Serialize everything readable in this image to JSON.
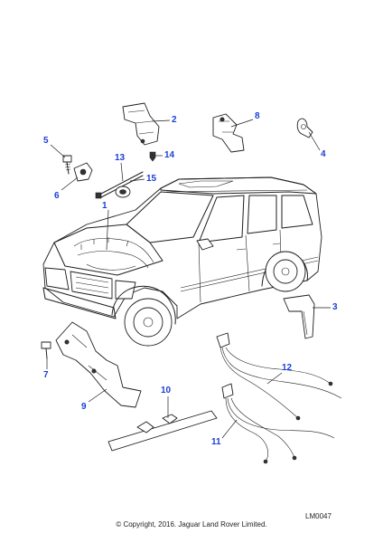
{
  "callouts": [
    {
      "id": "1",
      "label": "1"
    },
    {
      "id": "2",
      "label": "2"
    },
    {
      "id": "3",
      "label": "3"
    },
    {
      "id": "4",
      "label": "4"
    },
    {
      "id": "5",
      "label": "5"
    },
    {
      "id": "6",
      "label": "6"
    },
    {
      "id": "7",
      "label": "7"
    },
    {
      "id": "8",
      "label": "8"
    },
    {
      "id": "9",
      "label": "9"
    },
    {
      "id": "10",
      "label": "10"
    },
    {
      "id": "11",
      "label": "11"
    },
    {
      "id": "12",
      "label": "12"
    },
    {
      "id": "13",
      "label": "13"
    },
    {
      "id": "14",
      "label": "14"
    },
    {
      "id": "15",
      "label": "15"
    }
  ],
  "reference_code": "LM0047",
  "copyright": "© Copyright, 2016. Jaguar Land Rover Limited.",
  "colors": {
    "callout": "#1a3fd6",
    "line": "#1e1e1e"
  }
}
